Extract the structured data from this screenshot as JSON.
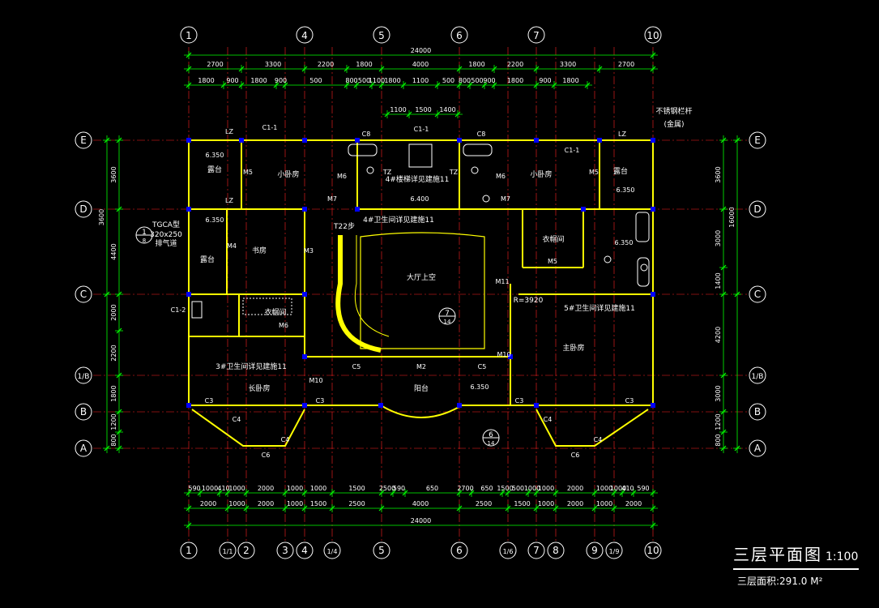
{
  "drawing": {
    "title": "三层平面图",
    "scale": "1:100",
    "area_label": "三层面积:291.0 M²"
  },
  "axes": {
    "top_labels": [
      "1",
      "4",
      "5",
      "6",
      "7",
      "10"
    ],
    "bottom_labels": [
      "1",
      "1/1",
      "2",
      "3",
      "4",
      "1/4",
      "5",
      "6",
      "1/6",
      "7",
      "8",
      "9",
      "1/9",
      "10"
    ],
    "row_labels": [
      "E",
      "D",
      "C",
      "1/B",
      "B",
      "A"
    ]
  },
  "dimensions": {
    "overall_width": "24000",
    "overall_depth": "16000",
    "top_row1": [
      "2700",
      "3300",
      "2200",
      "1800",
      "4000",
      "1800",
      "2200",
      "3300",
      "2700"
    ],
    "top_row2": [
      "1800",
      "900",
      "1800",
      "900",
      "500",
      "800",
      "500",
      "1100",
      "1800",
      "1100",
      "500",
      "800",
      "500",
      "900",
      "1800",
      "900",
      "1800"
    ],
    "top_row3": [
      "1100",
      "1500",
      "1400"
    ],
    "bottom_row1": [
      "590",
      "1000",
      "410",
      "1000",
      "2000",
      "1000",
      "1000",
      "1500",
      "2500",
      "590",
      "650",
      "2700",
      "650",
      "1500",
      "500",
      "1000",
      "1000",
      "2000",
      "1000",
      "1000",
      "410",
      "590"
    ],
    "bottom_row2": [
      "2000",
      "1000",
      "2000",
      "1000",
      "1500",
      "2500",
      "4000",
      "2500",
      "1500",
      "1000",
      "2000",
      "1000",
      "2000"
    ],
    "left_col": [
      "3600",
      "4400",
      "2000",
      "2200",
      "1800",
      "1200",
      "800"
    ],
    "right_col": [
      "3600",
      "3000",
      "1400",
      "4200",
      "3000",
      "1200",
      "800"
    ]
  },
  "rooms": {
    "small_bed_left": "小卧房",
    "small_bed_right": "小卧房",
    "bedroom": "书房",
    "terrace_left": "露台",
    "terrace_right": "露台",
    "terrace_mid": "露台",
    "hall": "大厅上空",
    "master": "主卧房",
    "cloak": "衣帽间",
    "cloak2": "衣帽间",
    "long_bed": "长卧房",
    "balcony": "阳台"
  },
  "notes": {
    "wc4": "4#卫生间详见建施11",
    "wc4b": "4#楼梯详见建施11",
    "wc5": "5#卫生间详见建施11",
    "wc3": "3#卫生间详见建施11",
    "rail": "不锈钢栏杆",
    "rail_sub": "(金属)",
    "vent": "TGCA型",
    "vent_size": "320x250",
    "vent_sub": "排气道",
    "stair": "T22步",
    "r_note": "R=3920"
  },
  "labels": {
    "lz": "LZ",
    "c11": "C1-1",
    "c12": "C1-2",
    "c8": "C8",
    "c3": "C3",
    "c4": "C4",
    "c5": "C5",
    "c6": "C6",
    "m2": "M2",
    "m3": "M3",
    "m4": "M4",
    "m5": "M5",
    "m6": "M6",
    "m7": "M7",
    "m10": "M10",
    "m11": "M11",
    "tz": "TZ",
    "lvl1": "6.350",
    "lvl2": "6.400"
  },
  "callouts": {
    "c1": "1",
    "c1_sub": "8",
    "c7": "7",
    "c7_sub": "14",
    "c6": "6",
    "c6_sub": "14"
  },
  "colors": {
    "background": "#000000",
    "wall": "#ffff00",
    "dimension": "#00ff00",
    "column": "#0000ff",
    "axis_line": "#ff2020",
    "text": "#ffffff",
    "fixture": "#ffffff"
  }
}
